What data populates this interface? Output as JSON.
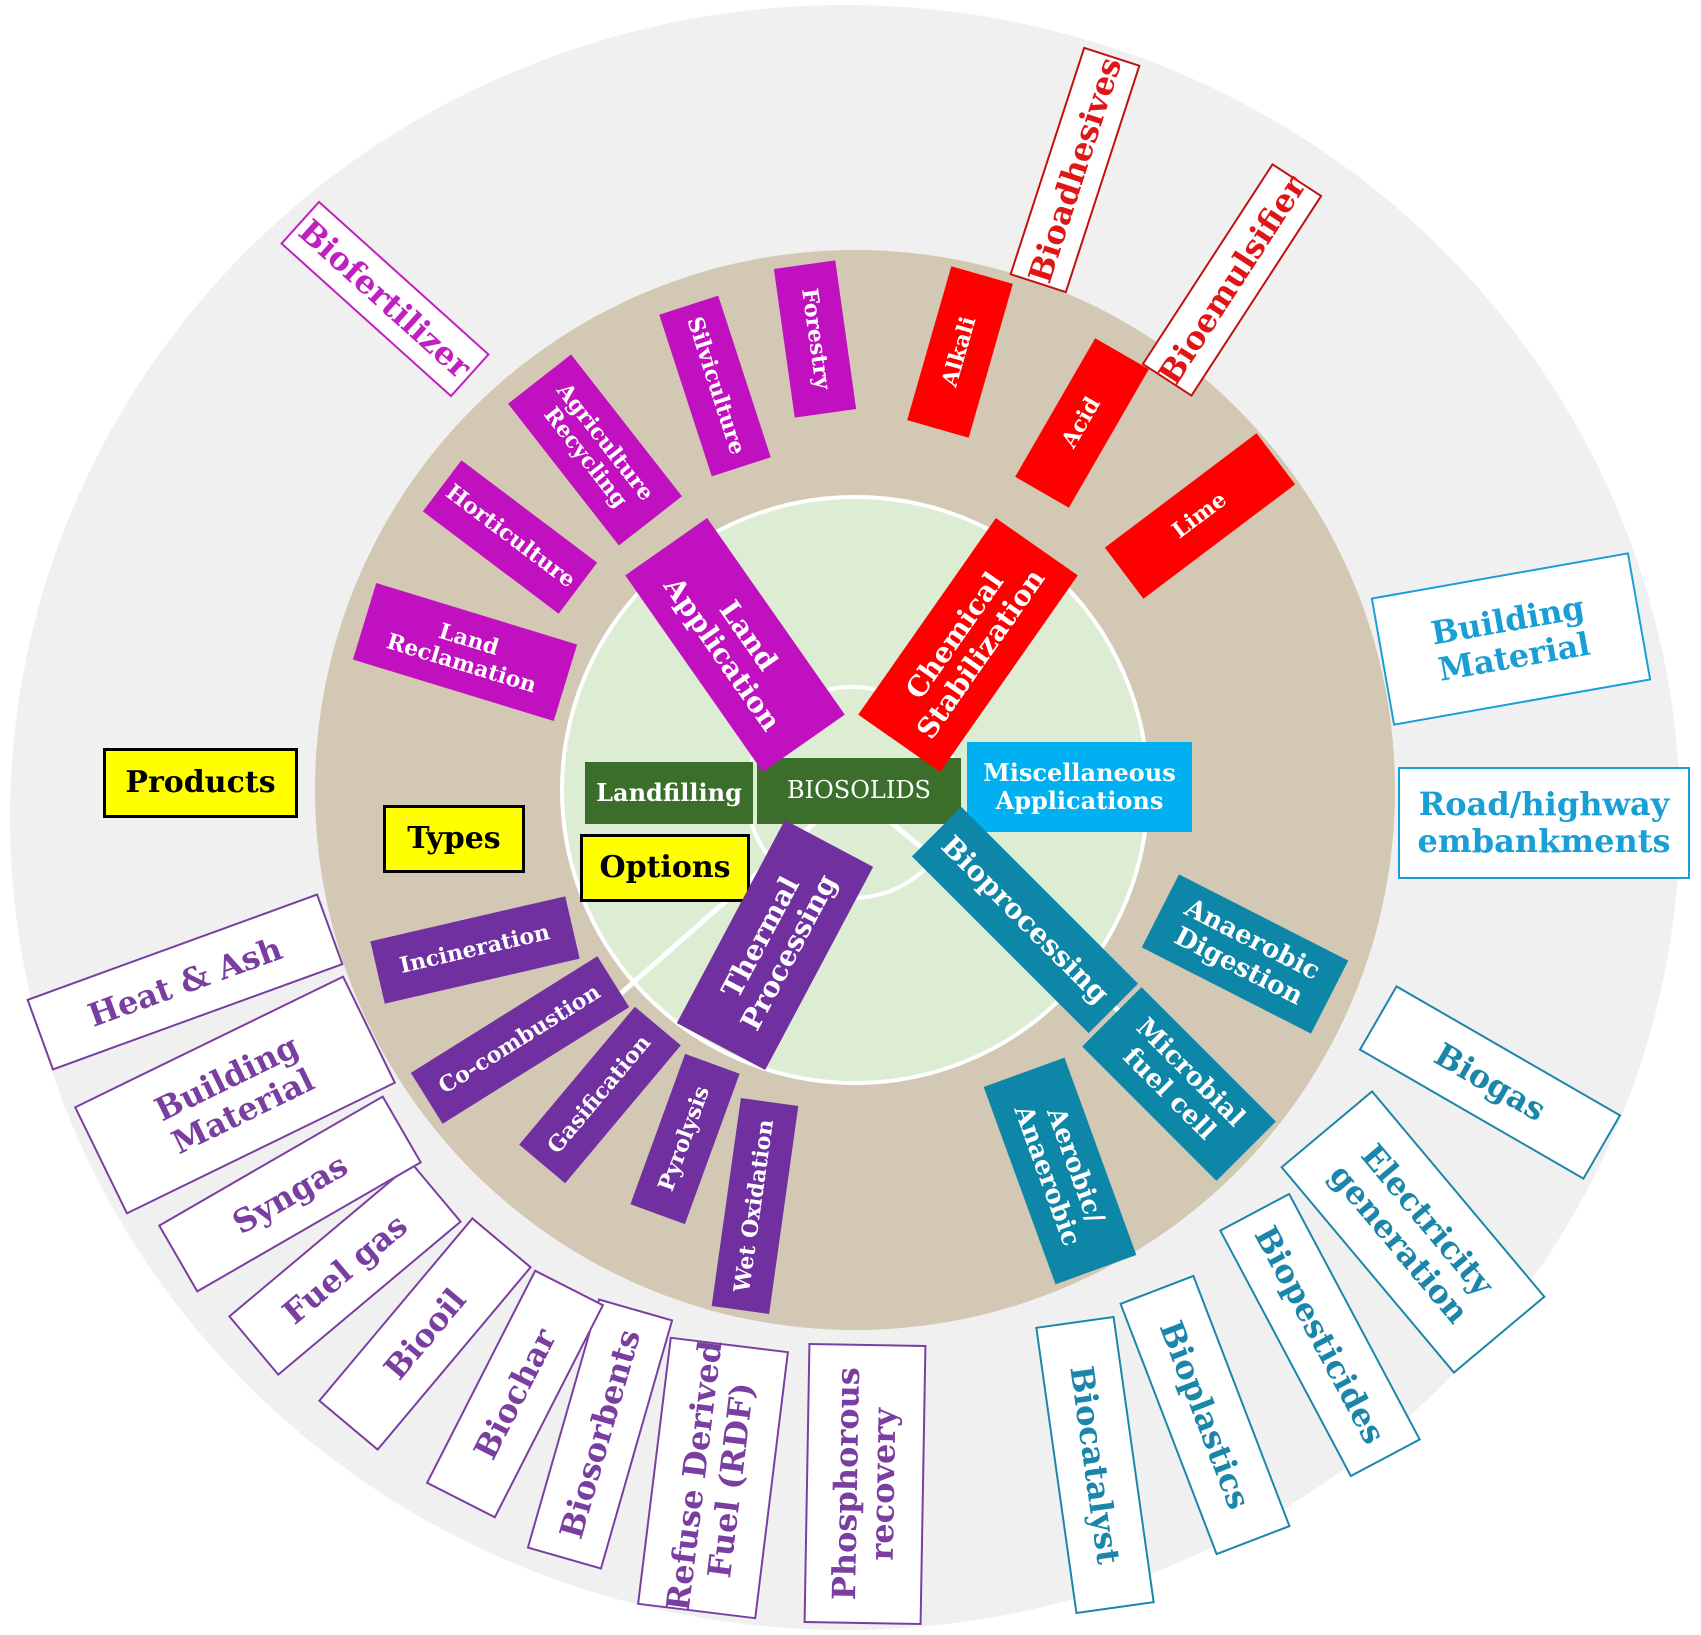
{
  "center": {
    "label": "BIOSOLIDS"
  },
  "legend": {
    "products": "Products",
    "types": "Types",
    "options": "Options"
  },
  "options": {
    "landfilling": "Landfilling",
    "land_application": "Land\nApplication",
    "chemical_stabilization": "Chemical\nStabilization",
    "miscellaneous": "Miscellaneous\nApplications",
    "bioprocessing": "Bioprocessing",
    "thermal_processing": "Thermal\nProcessing"
  },
  "types": {
    "land_reclamation": "Land\nReclamation",
    "horticulture": "Horticulture",
    "agriculture_recycling": "Agriculture\nRecycling",
    "silviculture": "Silviculture",
    "forestry": "Forestry",
    "alkali": "Alkali",
    "acid": "Acid",
    "lime": "Lime",
    "anaerobic_digestion": "Anaerobic\nDigestion",
    "microbial_fuel_cell": "Microbial\nfuel cell",
    "aerobic_anaerobic": "Aerobic/\nAnaerobic",
    "wet_oxidation": "Wet Oxidation",
    "pyrolysis": "Pyrolysis",
    "gasification": "Gasification",
    "co_combustion": "Co-combustion",
    "incineration": "Incineration"
  },
  "products": {
    "biofertilizer": "Biofertilizer",
    "bioadhesives": "Bioadhesives",
    "bioemulsifier": "Bioemulsifier",
    "building_material_right": "Building\nMaterial",
    "road_highway": "Road/highway\nembankments",
    "biogas": "Biogas",
    "electricity": "Electricity\ngeneration",
    "biopesticides": "Biopesticides",
    "bioplastics": "Bioplastics",
    "biocatalyst": "Biocatalyst",
    "phosphorous": "Phosphorous\nrecovery",
    "rdf": "Refuse Derived\nFuel (RDF)",
    "biosorbents": "Biosorbents",
    "biochar": "Biochar",
    "biooil": "Biooil",
    "fuel_gas": "Fuel gas",
    "syngas": "Syngas",
    "building_material_left": "Building\nMaterial",
    "heat_ash": "Heat & Ash"
  },
  "colors": {
    "outer_ring": "#f0f0f0",
    "types_ring": "#d3c8b4",
    "options_ring": "#dcedd4",
    "land": "#c010c0",
    "chemical": "#ff0000",
    "misc": "#00b0f0",
    "bio": "#0e86a8",
    "thermal": "#7030a0",
    "landfill": "#3a6e2a",
    "legend": "#ffff00"
  }
}
